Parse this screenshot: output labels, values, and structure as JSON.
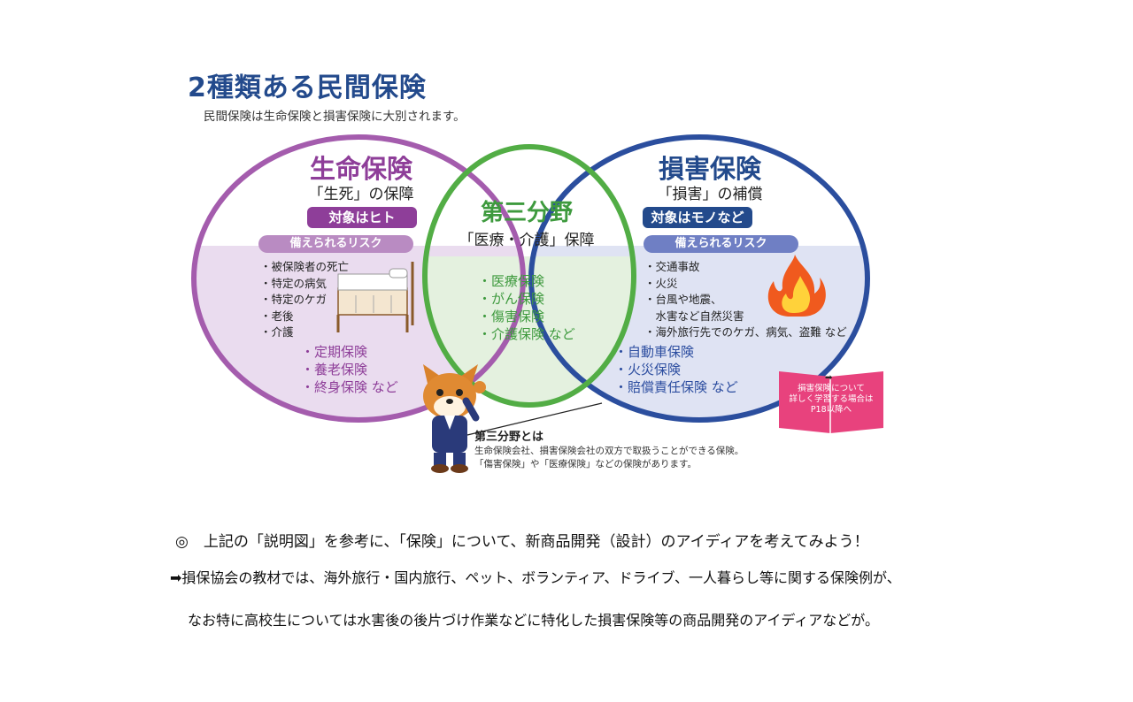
{
  "diagram": {
    "title": "2種類ある民間保険",
    "subtitle": "民間保険は生命保険と損害保険に大別されます。",
    "life": {
      "heading": "生命保険",
      "sub": "「生死」の保障",
      "badge": "対象はヒト",
      "risk_label": "備えられるリスク",
      "risks": [
        "・被保険者の死亡",
        "・特定の病気",
        "・特定のケガ",
        "・老後",
        "・介護"
      ],
      "insurances": [
        "・定期保険",
        "・養老保険",
        "・終身保険 など"
      ]
    },
    "third": {
      "heading": "第三分野",
      "sub": "「医療・介護」保障",
      "insurances": [
        "・医療保険",
        "・がん保険",
        "・傷害保険",
        "・介護保険 など"
      ]
    },
    "nonlife": {
      "heading": "損害保険",
      "sub": "「損害」の補償",
      "badge": "対象はモノなど",
      "risk_label": "備えられるリスク",
      "risks": [
        "・交通事故",
        "・火災",
        "・台風や地震、",
        "　水害など自然災害",
        "・海外旅行先でのケガ、病気、盗難 など"
      ],
      "insurances": [
        "・自動車保険",
        "・火災保険",
        "・賠償責任保険 など"
      ]
    },
    "book_note": {
      "arrow": "➡",
      "lines": [
        "損害保険について",
        "詳しく学習する場合は",
        "P18以降へ"
      ]
    },
    "third_note": {
      "title": "第三分野とは",
      "lines": [
        "生命保険会社、損害保険会社の双方で取扱うことができる保険。",
        "「傷害保険」や「医療保険」などの保険があります。"
      ]
    },
    "colors": {
      "life": "#8e3e99",
      "nonlife": "#234a8c",
      "third": "#3e9a3e",
      "book": "#e8427d"
    }
  },
  "instructions": {
    "line1": "◎　上記の「説明図」を参考に、「保険」について、新商品開発（設計）のアイディアを考えてみよう！",
    "line2": "➡損保協会の教材では、海外旅行・国内旅行、ペット、ボランティア、ドライブ、一人暮らし等に関する保険例が、",
    "line3": "なお特に高校生については水害後の後片づけ作業などに特化した損害保険等の商品開発のアイディアなどが。"
  }
}
